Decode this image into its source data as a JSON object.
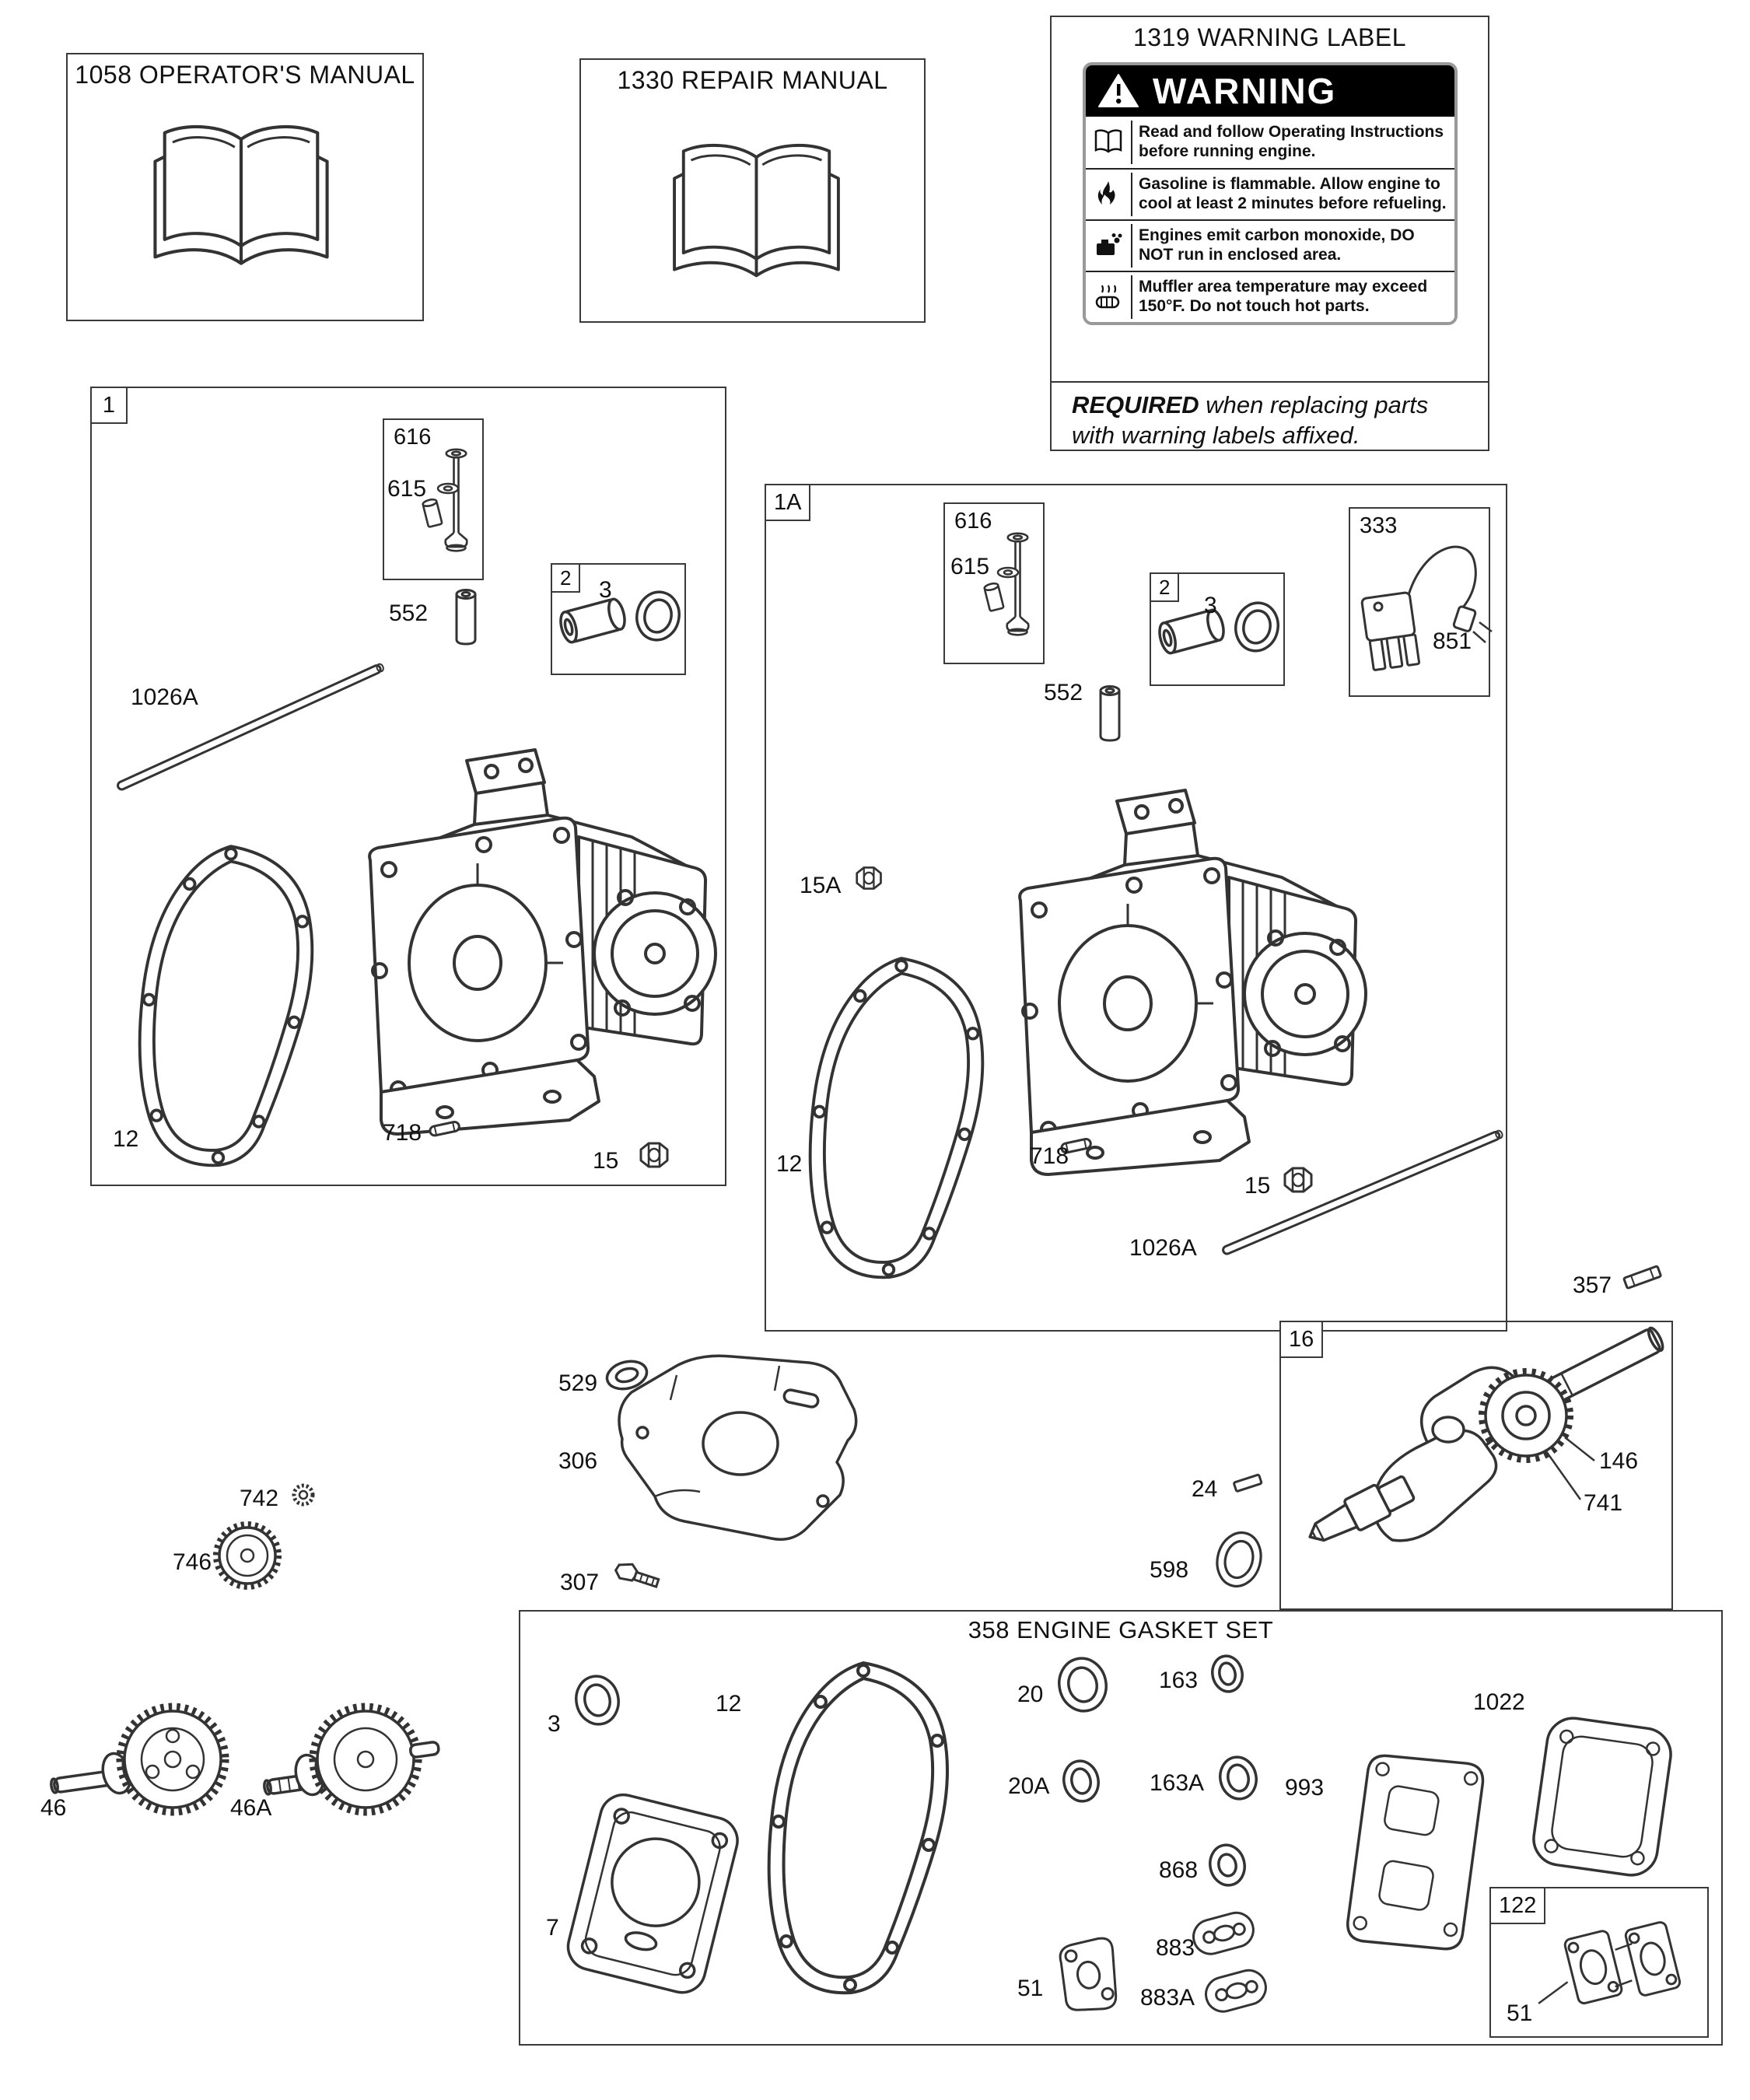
{
  "manuals": {
    "operators": {
      "title": "1058 OPERATOR'S MANUAL"
    },
    "repair": {
      "title": "1330 REPAIR MANUAL"
    }
  },
  "warning": {
    "title": "1319 WARNING LABEL",
    "header": "WARNING",
    "rows": [
      {
        "icon": "book-icon",
        "text": "Read and follow Operating Instructions before running engine."
      },
      {
        "icon": "flame-icon",
        "text": "Gasoline is flammable. Allow engine to cool at least 2 minutes before refueling."
      },
      {
        "icon": "carbon-monoxide-icon",
        "text": "Engines emit carbon monoxide, DO NOT run in enclosed area."
      },
      {
        "icon": "muffler-heat-icon",
        "text": "Muffler area temperature may exceed 150°F.  Do not touch hot parts."
      }
    ],
    "required_emphasis": "REQUIRED",
    "required_text": " when replacing parts with warning labels affixed."
  },
  "groups": {
    "box1": {
      "id": "1"
    },
    "box1a": {
      "id": "1A"
    },
    "box16": {
      "id": "16"
    },
    "box122": {
      "id": "122"
    },
    "gasket_set": {
      "title": "358 ENGINE GASKET SET"
    },
    "box616_1": {
      "id": "616"
    },
    "box616_1a": {
      "id": "616"
    },
    "box2_1": {
      "id": "2"
    },
    "box2_1a": {
      "id": "2"
    },
    "box333": {
      "id": "333"
    }
  },
  "callouts": {
    "b1_615": "615",
    "b1_552": "552",
    "b1_1026a": "1026A",
    "b1_3": "3",
    "b1_12": "12",
    "b1_718": "718",
    "b1_15": "15",
    "b1a_615": "615",
    "b1a_552": "552",
    "b1a_3": "3",
    "b1a_851": "851",
    "b1a_15a": "15A",
    "b1a_12": "12",
    "b1a_718": "718",
    "b1a_15": "15",
    "b1a_1026a": "1026A",
    "p357": "357",
    "p146": "146",
    "p741": "741",
    "p24": "24",
    "p598": "598",
    "p529": "529",
    "p306": "306",
    "p307": "307",
    "p742": "742",
    "p746": "746",
    "p46": "46",
    "p46a": "46A",
    "g3": "3",
    "g12": "12",
    "g7": "7",
    "g20": "20",
    "g20a": "20A",
    "g163": "163",
    "g163a": "163A",
    "g868": "868",
    "g883": "883",
    "g883a": "883A",
    "g51": "51",
    "g993": "993",
    "g1022": "1022",
    "b122_51": "51"
  }
}
